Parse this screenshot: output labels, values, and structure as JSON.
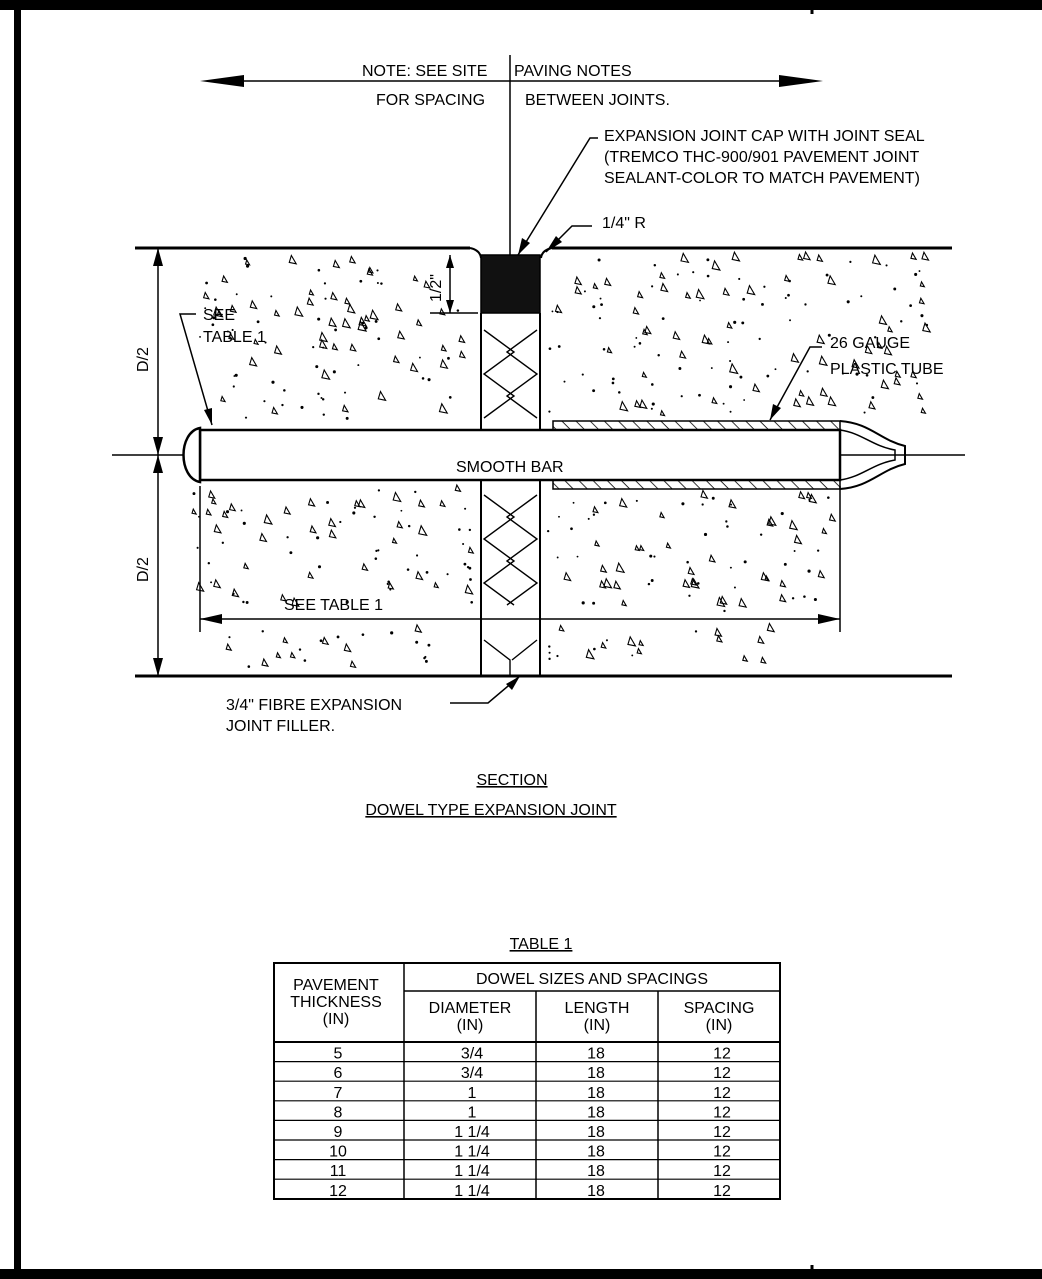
{
  "note": {
    "left_line1": "NOTE: SEE SITE",
    "right_line1": "PAVING NOTES",
    "left_line2": "FOR SPACING",
    "right_line2": "BETWEEN JOINTS."
  },
  "callouts": {
    "cap_line1": "EXPANSION JOINT CAP WITH JOINT SEAL",
    "cap_line2": "(TREMCO THC-900/901 PAVEMENT JOINT",
    "cap_line3": "SEALANT-COLOR TO MATCH PAVEMENT)",
    "radius": "1/4\" R",
    "half_inch": "1/2\"",
    "see_table_line1": "SEE",
    "see_table_line2": "TABLE 1",
    "tube_line1": "26 GAUGE",
    "tube_line2": "PLASTIC TUBE",
    "smooth_bar": "SMOOTH BAR",
    "see_table_length": "SEE TABLE 1",
    "d_top": "D/2",
    "d_bottom": "D/2",
    "filler_line1": "3/4\" FIBRE EXPANSION",
    "filler_line2": "JOINT FILLER."
  },
  "section": {
    "title": "SECTION",
    "subtitle": "DOWEL TYPE EXPANSION JOINT"
  },
  "table": {
    "caption": "TABLE 1",
    "thickness_header_line1": "PAVEMENT",
    "thickness_header_line2": "THICKNESS",
    "thickness_header_line3": "(IN)",
    "group_header": "DOWEL SIZES AND SPACINGS",
    "columns": [
      {
        "line1": "DIAMETER",
        "line2": "(IN)"
      },
      {
        "line1": "LENGTH",
        "line2": "(IN)"
      },
      {
        "line1": "SPACING",
        "line2": "(IN)"
      }
    ],
    "rows": [
      {
        "thickness": "5",
        "diameter": "3/4",
        "length": "18",
        "spacing": "12"
      },
      {
        "thickness": "6",
        "diameter": "3/4",
        "length": "18",
        "spacing": "12"
      },
      {
        "thickness": "7",
        "diameter": "1",
        "length": "18",
        "spacing": "12"
      },
      {
        "thickness": "8",
        "diameter": "1",
        "length": "18",
        "spacing": "12"
      },
      {
        "thickness": "9",
        "diameter": "1 1/4",
        "length": "18",
        "spacing": "12"
      },
      {
        "thickness": "10",
        "diameter": "1 1/4",
        "length": "18",
        "spacing": "12"
      },
      {
        "thickness": "11",
        "diameter": "1 1/4",
        "length": "18",
        "spacing": "12"
      },
      {
        "thickness": "12",
        "diameter": "1 1/4",
        "length": "18",
        "spacing": "12"
      }
    ]
  }
}
